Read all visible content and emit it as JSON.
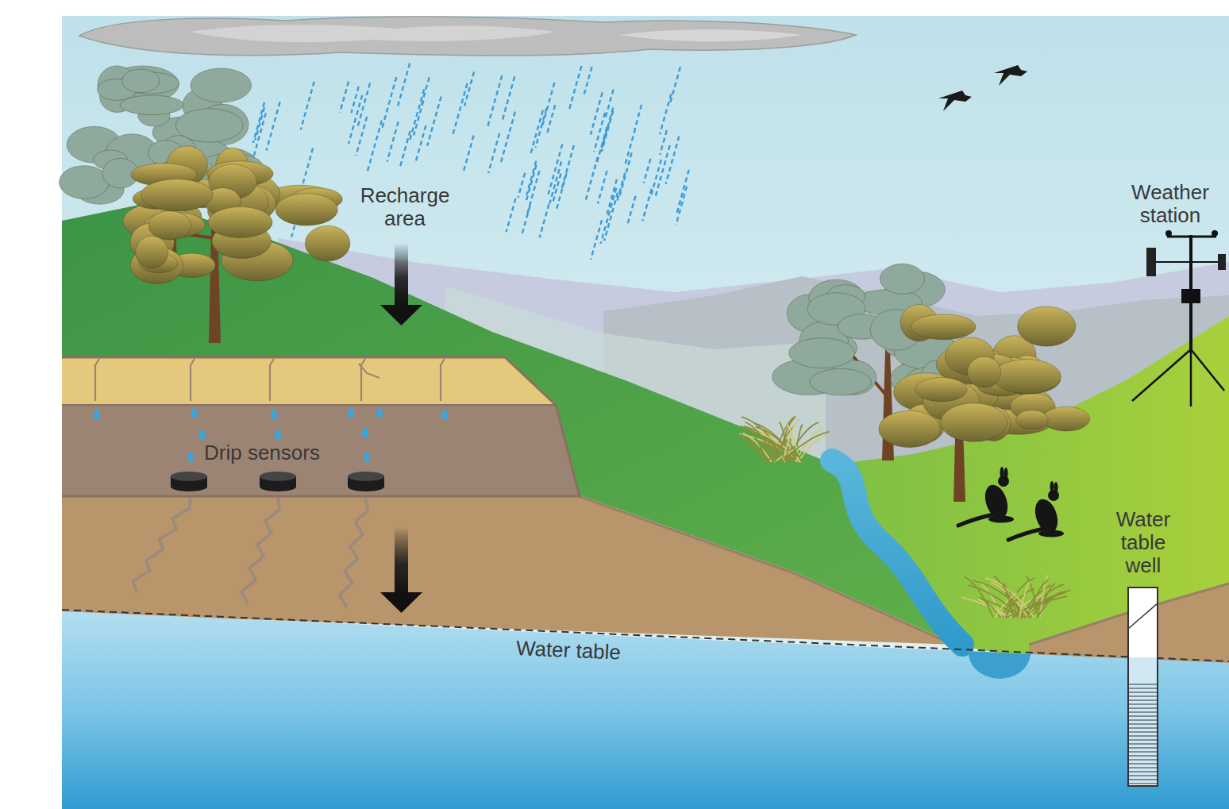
{
  "diagram": {
    "labels": [
      "Recharge area",
      "Drip sensors",
      "Water table",
      "Weather station",
      "Water table well"
    ]
  }
}
